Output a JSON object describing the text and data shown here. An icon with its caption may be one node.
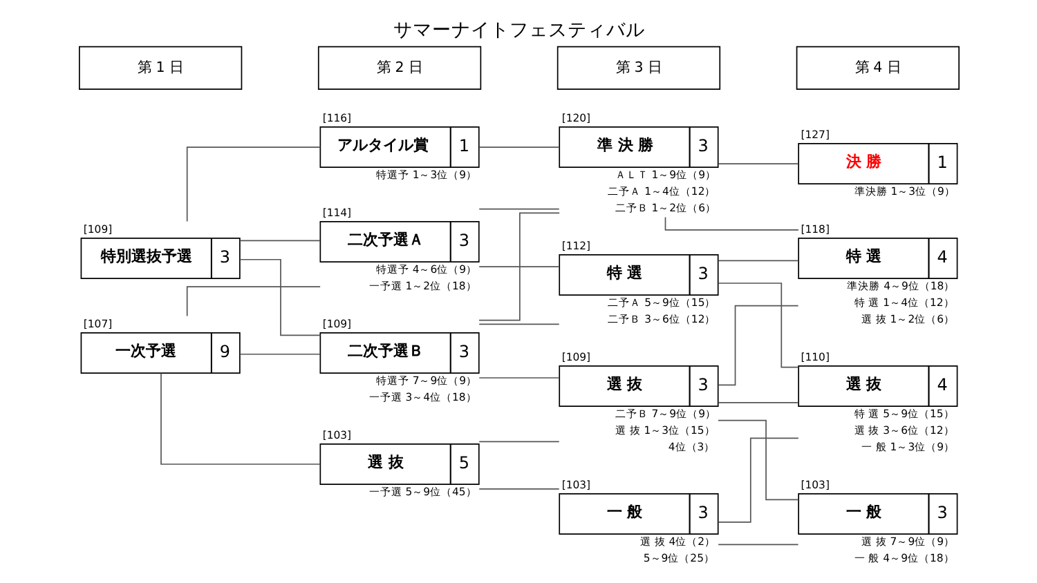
{
  "diagram": {
    "title": "サマーナイトフェスティバル",
    "nodes": [
      {
        "text": [
          "[109]",
          "特別選抜予選",
          "3"
        ]
      },
      {
        "text": [
          "[107]",
          "一次予選",
          "9"
        ]
      },
      {
        "text": [
          "[116]",
          "アルタイル賞",
          "1"
        ],
        "beside": [
          "特選予 1～3位（9）"
        ]
      },
      {
        "text": [
          "[114]",
          "二次予選Ａ",
          "3"
        ],
        "beside": [
          "特選予 4～6位（9）",
          "一予選 1～2位（18）"
        ]
      },
      {
        "text": [
          "[109]",
          "二次予選Ｂ",
          "3"
        ],
        "beside": [
          "特選予 7～9位（9）",
          "一予選 3～4位（18）"
        ]
      },
      {
        "text": [
          "[103]",
          "選 抜",
          "5"
        ],
        "beside": [
          "一予選 5～9位（45）"
        ]
      },
      {
        "text": [
          "[120]",
          "準 決 勝",
          "3"
        ],
        "beside": [
          "ＡＬＴ 1～9位（9）",
          "二予Ａ 1～4位（12）",
          "二予Ｂ 1～2位（6）"
        ]
      },
      {
        "text": [
          "[112]",
          "特 選",
          "3"
        ],
        "beside": [
          "二予Ａ 5～9位（15）",
          "二予Ｂ 3～6位（12）"
        ]
      },
      {
        "text": [
          "[109]",
          "選 抜",
          "3"
        ],
        "beside": [
          "二予Ｂ 7～9位（9）",
          "選 抜 1～3位（15）",
          "4位（3）"
        ]
      },
      {
        "text": [
          "[103]",
          "一 般",
          "3"
        ],
        "beside": [
          "選 抜 4位（2）",
          "5～9位（25）"
        ]
      },
      {
        "text": [
          "[127]",
          "決 勝",
          "1"
        ],
        "beside": [
          "準決勝 1～3位（9）"
        ]
      },
      {
        "text": [
          "[118]",
          "特 選",
          "4"
        ],
        "beside": [
          "準決勝 4～9位（18）",
          "特 選 1～4位（12）",
          "選 抜 1～2位（6）"
        ]
      },
      {
        "text": [
          "[110]",
          "選 抜",
          "4"
        ],
        "beside": [
          "特 選 5～9位（15）",
          "選 抜 3～6位（12）",
          "一 般 1～3位（9）"
        ]
      },
      {
        "text": [
          "[103]",
          "一 般",
          "3"
        ],
        "beside": [
          "選 抜 7～9位（9）",
          "一 般 4～9位（18）"
        ]
      }
    ],
    "edges": [
      {
        "from": 0,
        "to": 2,
        "arrow": "none"
      },
      {
        "from": 0,
        "to": 3,
        "arrow": "none"
      },
      {
        "from": 0,
        "to": 4,
        "arrow": "none"
      },
      {
        "from": 1,
        "to": 3,
        "arrow": "none"
      },
      {
        "from": 1,
        "to": 4,
        "arrow": "none"
      },
      {
        "from": 1,
        "to": 5,
        "arrow": "none"
      },
      {
        "from": 2,
        "to": 6,
        "arrow": "none"
      },
      {
        "from": 3,
        "to": 6,
        "arrow": "none"
      },
      {
        "from": 3,
        "to": 7,
        "arrow": "none"
      },
      {
        "from": 4,
        "to": 6,
        "arrow": "none"
      },
      {
        "from": 4,
        "to": 7,
        "arrow": "none"
      },
      {
        "from": 4,
        "to": 8,
        "arrow": "none"
      },
      {
        "from": 5,
        "to": 8,
        "arrow": "none"
      },
      {
        "from": 5,
        "to": 9,
        "arrow": "none"
      },
      {
        "from": 6,
        "to": 10,
        "arrow": "none"
      },
      {
        "from": 6,
        "to": 11,
        "arrow": "none"
      },
      {
        "from": 7,
        "to": 11,
        "arrow": "none"
      },
      {
        "from": 7,
        "to": 12,
        "arrow": "none"
      },
      {
        "from": 8,
        "to": 11,
        "arrow": "none"
      },
      {
        "from": 8,
        "to": 12,
        "arrow": "none"
      },
      {
        "from": 8,
        "to": 13,
        "arrow": "none"
      },
      {
        "from": 9,
        "to": 12,
        "arrow": "none"
      },
      {
        "from": 9,
        "to": 13,
        "arrow": "none"
      }
    ],
    "labels": [
      "第 1 日",
      "第 2 日",
      "第 3 日",
      "第 4 日"
    ]
  }
}
